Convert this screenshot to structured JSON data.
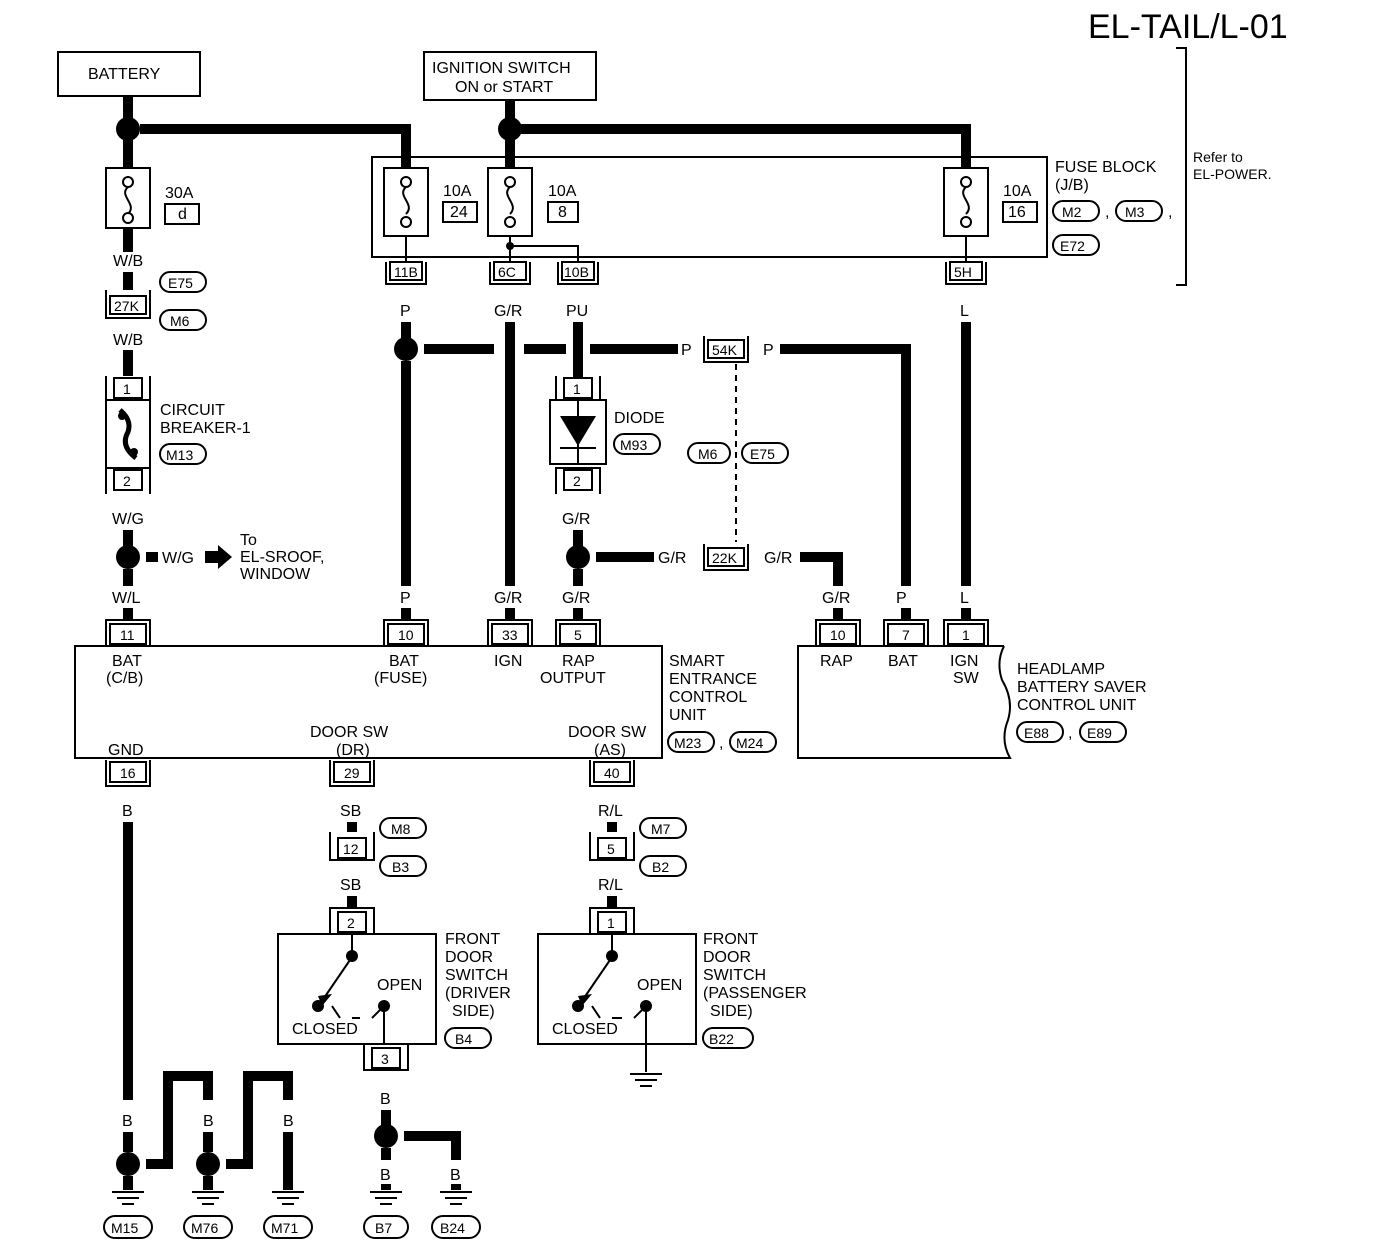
{
  "title": "EL-TAIL/L-01",
  "sources": {
    "battery": "BATTERY",
    "ignition_line1": "IGNITION SWITCH",
    "ignition_line2": "ON or START"
  },
  "fuse_block": {
    "line1": "FUSE BLOCK",
    "line2": "(J/B)",
    "connectors": [
      "M2",
      "M3",
      "E72"
    ],
    "refer1": "Refer to",
    "refer2": "EL-POWER."
  },
  "fuses": [
    {
      "amp": "30A",
      "id": "d"
    },
    {
      "amp": "10A",
      "id": "24"
    },
    {
      "amp": "10A",
      "id": "8"
    },
    {
      "amp": "10A",
      "id": "16"
    }
  ],
  "jb_terminals": [
    "11B",
    "6C",
    "10B",
    "5H"
  ],
  "wires": {
    "wb": "W/B",
    "wg": "W/G",
    "wl": "W/L",
    "p": "P",
    "gr": "G/R",
    "pu": "PU",
    "l": "L",
    "b": "B",
    "sb": "SB",
    "rl": "R/L"
  },
  "connectors": {
    "c27k": "27K",
    "e75": "E75",
    "m6": "M6",
    "c54k": "54K",
    "c22k": "22K",
    "m8": "M8",
    "b3": "B3",
    "c12": "12",
    "m7": "M7",
    "b2": "B2",
    "c5": "5"
  },
  "circuit_breaker": {
    "line1": "CIRCUIT",
    "line2": "BREAKER-1",
    "connector": "M13",
    "pin_in": "1",
    "pin_out": "2"
  },
  "diode": {
    "label": "DIODE",
    "connector": "M93",
    "pin_in": "1",
    "pin_out": "2"
  },
  "to_label": {
    "line1": "To",
    "line2": "EL-SROOF,",
    "line3": "WINDOW"
  },
  "secu": {
    "line1": "SMART",
    "line2": "ENTRANCE",
    "line3": "CONTROL",
    "line4": "UNIT",
    "connectors": [
      "M23",
      "M24"
    ],
    "pins": [
      "11",
      "10",
      "33",
      "5",
      "16",
      "29",
      "40"
    ],
    "bat_cb1": "BAT",
    "bat_cb2": "(C/B)",
    "bat_fuse1": "BAT",
    "bat_fuse2": "(FUSE)",
    "ign": "IGN",
    "rap1": "RAP",
    "rap2": "OUTPUT",
    "gnd": "GND",
    "dsw_dr1": "DOOR SW",
    "dsw_dr2": "(DR)",
    "dsw_as1": "DOOR SW",
    "dsw_as2": "(AS)"
  },
  "hbs": {
    "line1": "HEADLAMP",
    "line2": "BATTERY SAVER",
    "line3": "CONTROL UNIT",
    "connectors": [
      "E88",
      "E89"
    ],
    "pins": [
      "10",
      "7",
      "1"
    ],
    "rap": "RAP",
    "bat": "BAT",
    "ign1": "IGN",
    "ign2": "SW"
  },
  "door_driver": {
    "line1": "FRONT",
    "line2": "DOOR",
    "line3": "SWITCH",
    "line4": "(DRIVER",
    "line5": "SIDE)",
    "connector": "B4",
    "pin_top": "2",
    "pin_bottom": "3",
    "open": "OPEN",
    "closed": "CLOSED"
  },
  "door_pass": {
    "line1": "FRONT",
    "line2": "DOOR",
    "line3": "SWITCH",
    "line4": "(PASSENGER",
    "line5": "SIDE)",
    "connector": "B22",
    "pin_top": "1",
    "open": "OPEN",
    "closed": "CLOSED"
  },
  "grounds": [
    "M15",
    "M76",
    "M71",
    "B7",
    "B24"
  ]
}
